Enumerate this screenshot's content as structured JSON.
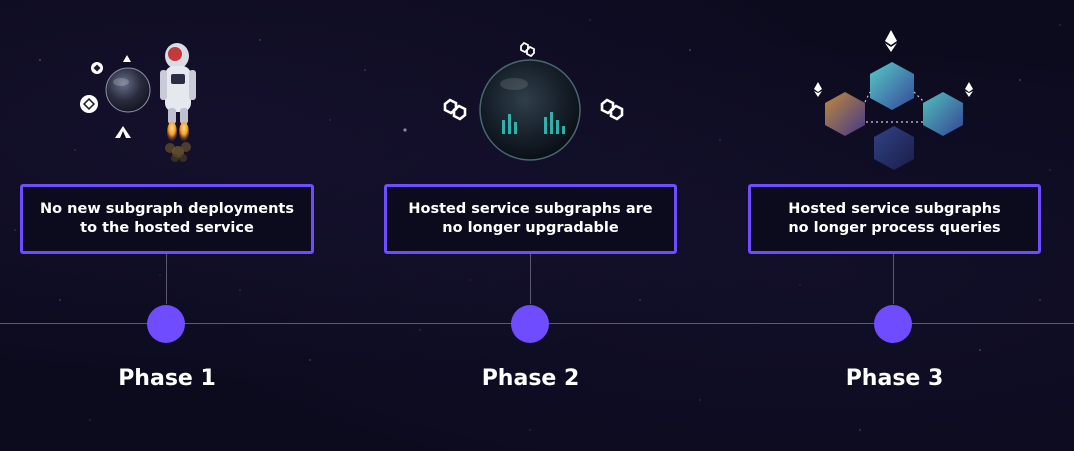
{
  "colors": {
    "background": "#0c0b1e",
    "accent": "#6f4cff",
    "line": "#5b5870",
    "text": "#ffffff"
  },
  "phases": [
    {
      "label": "Phase 1",
      "description": "No new subgraph deployments\nto the hosted service",
      "illustration": "rocket-astronaut-icon"
    },
    {
      "label": "Phase 2",
      "description": "Hosted service subgraphs are\nno longer upgradable",
      "illustration": "glass-sphere-polygon-icon"
    },
    {
      "label": "Phase 3",
      "description": "Hosted service subgraphs\nno longer process queries",
      "illustration": "ethereum-cubes-icon"
    }
  ]
}
